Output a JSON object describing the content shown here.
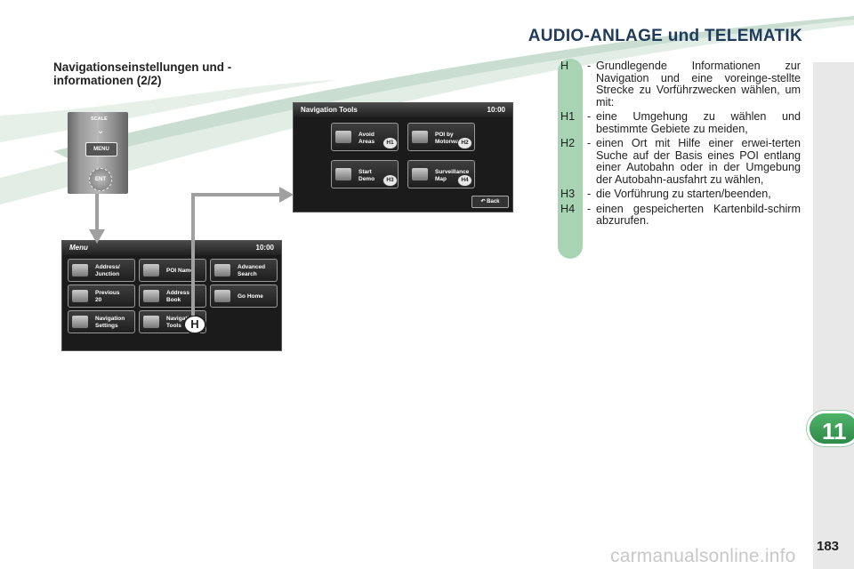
{
  "header": {
    "title": "AUDIO-ANLAGE und TELEMATIK"
  },
  "section": {
    "title_line1": "Navigationseinstellungen und -",
    "title_line2": "informationen (2/2)"
  },
  "remote": {
    "scale_label": "SCALE",
    "menu_label": "MENU",
    "ent_label": "ENT"
  },
  "menu_screen": {
    "title": "Menu",
    "time": "10:00",
    "buttons": [
      {
        "line1": "Address/",
        "line2": "Junction"
      },
      {
        "line1": "POI Name",
        "line2": ""
      },
      {
        "line1": "Advanced",
        "line2": "Search"
      },
      {
        "line1": "Previous",
        "line2": "20"
      },
      {
        "line1": "Address",
        "line2": "Book"
      },
      {
        "line1": "Go Home",
        "line2": ""
      },
      {
        "line1": "Navigation",
        "line2": "Settings"
      },
      {
        "line1": "Navigati",
        "line2": "Tools"
      }
    ],
    "highlight_badge": "H"
  },
  "nav_tools_screen": {
    "title": "Navigation Tools",
    "time": "10:00",
    "buttons": [
      {
        "line1": "Avoid",
        "line2": "Areas",
        "badge": "H1"
      },
      {
        "line1": "POI by",
        "line2": "Motorwa",
        "badge": "H2"
      },
      {
        "line1": "Start",
        "line2": "Demo",
        "badge": "H3"
      },
      {
        "line1": "Surveillance",
        "line2": "Map",
        "badge": "H4"
      }
    ],
    "back_label": "Back"
  },
  "descriptions": [
    {
      "code": "H",
      "text": "Grundlegende Informationen zur Navigation und eine voreinge-stellte Strecke zu Vorführzwecken wählen, um mit:"
    },
    {
      "code": "H1",
      "text": "eine Umgehung zu wählen und bestimmte Gebiete zu meiden,"
    },
    {
      "code": "H2",
      "text": "einen Ort mit Hilfe einer erwei-terten Suche auf der Basis eines POI entlang einer Autobahn oder in der Umgebung der Autobahn-ausfahrt zu wählen,"
    },
    {
      "code": "H3",
      "text": "die Vorführung zu starten/beenden,"
    },
    {
      "code": "H4",
      "text": "einen gespeicherten Kartenbild-schirm abzurufen."
    }
  ],
  "chapter_number": "11",
  "page_number": "183",
  "watermark": "carmanualsonline.info",
  "colors": {
    "accent_green": "#a8d4b4",
    "chapter_green": "#3c9e58",
    "header_blue": "#1f3a5a"
  }
}
